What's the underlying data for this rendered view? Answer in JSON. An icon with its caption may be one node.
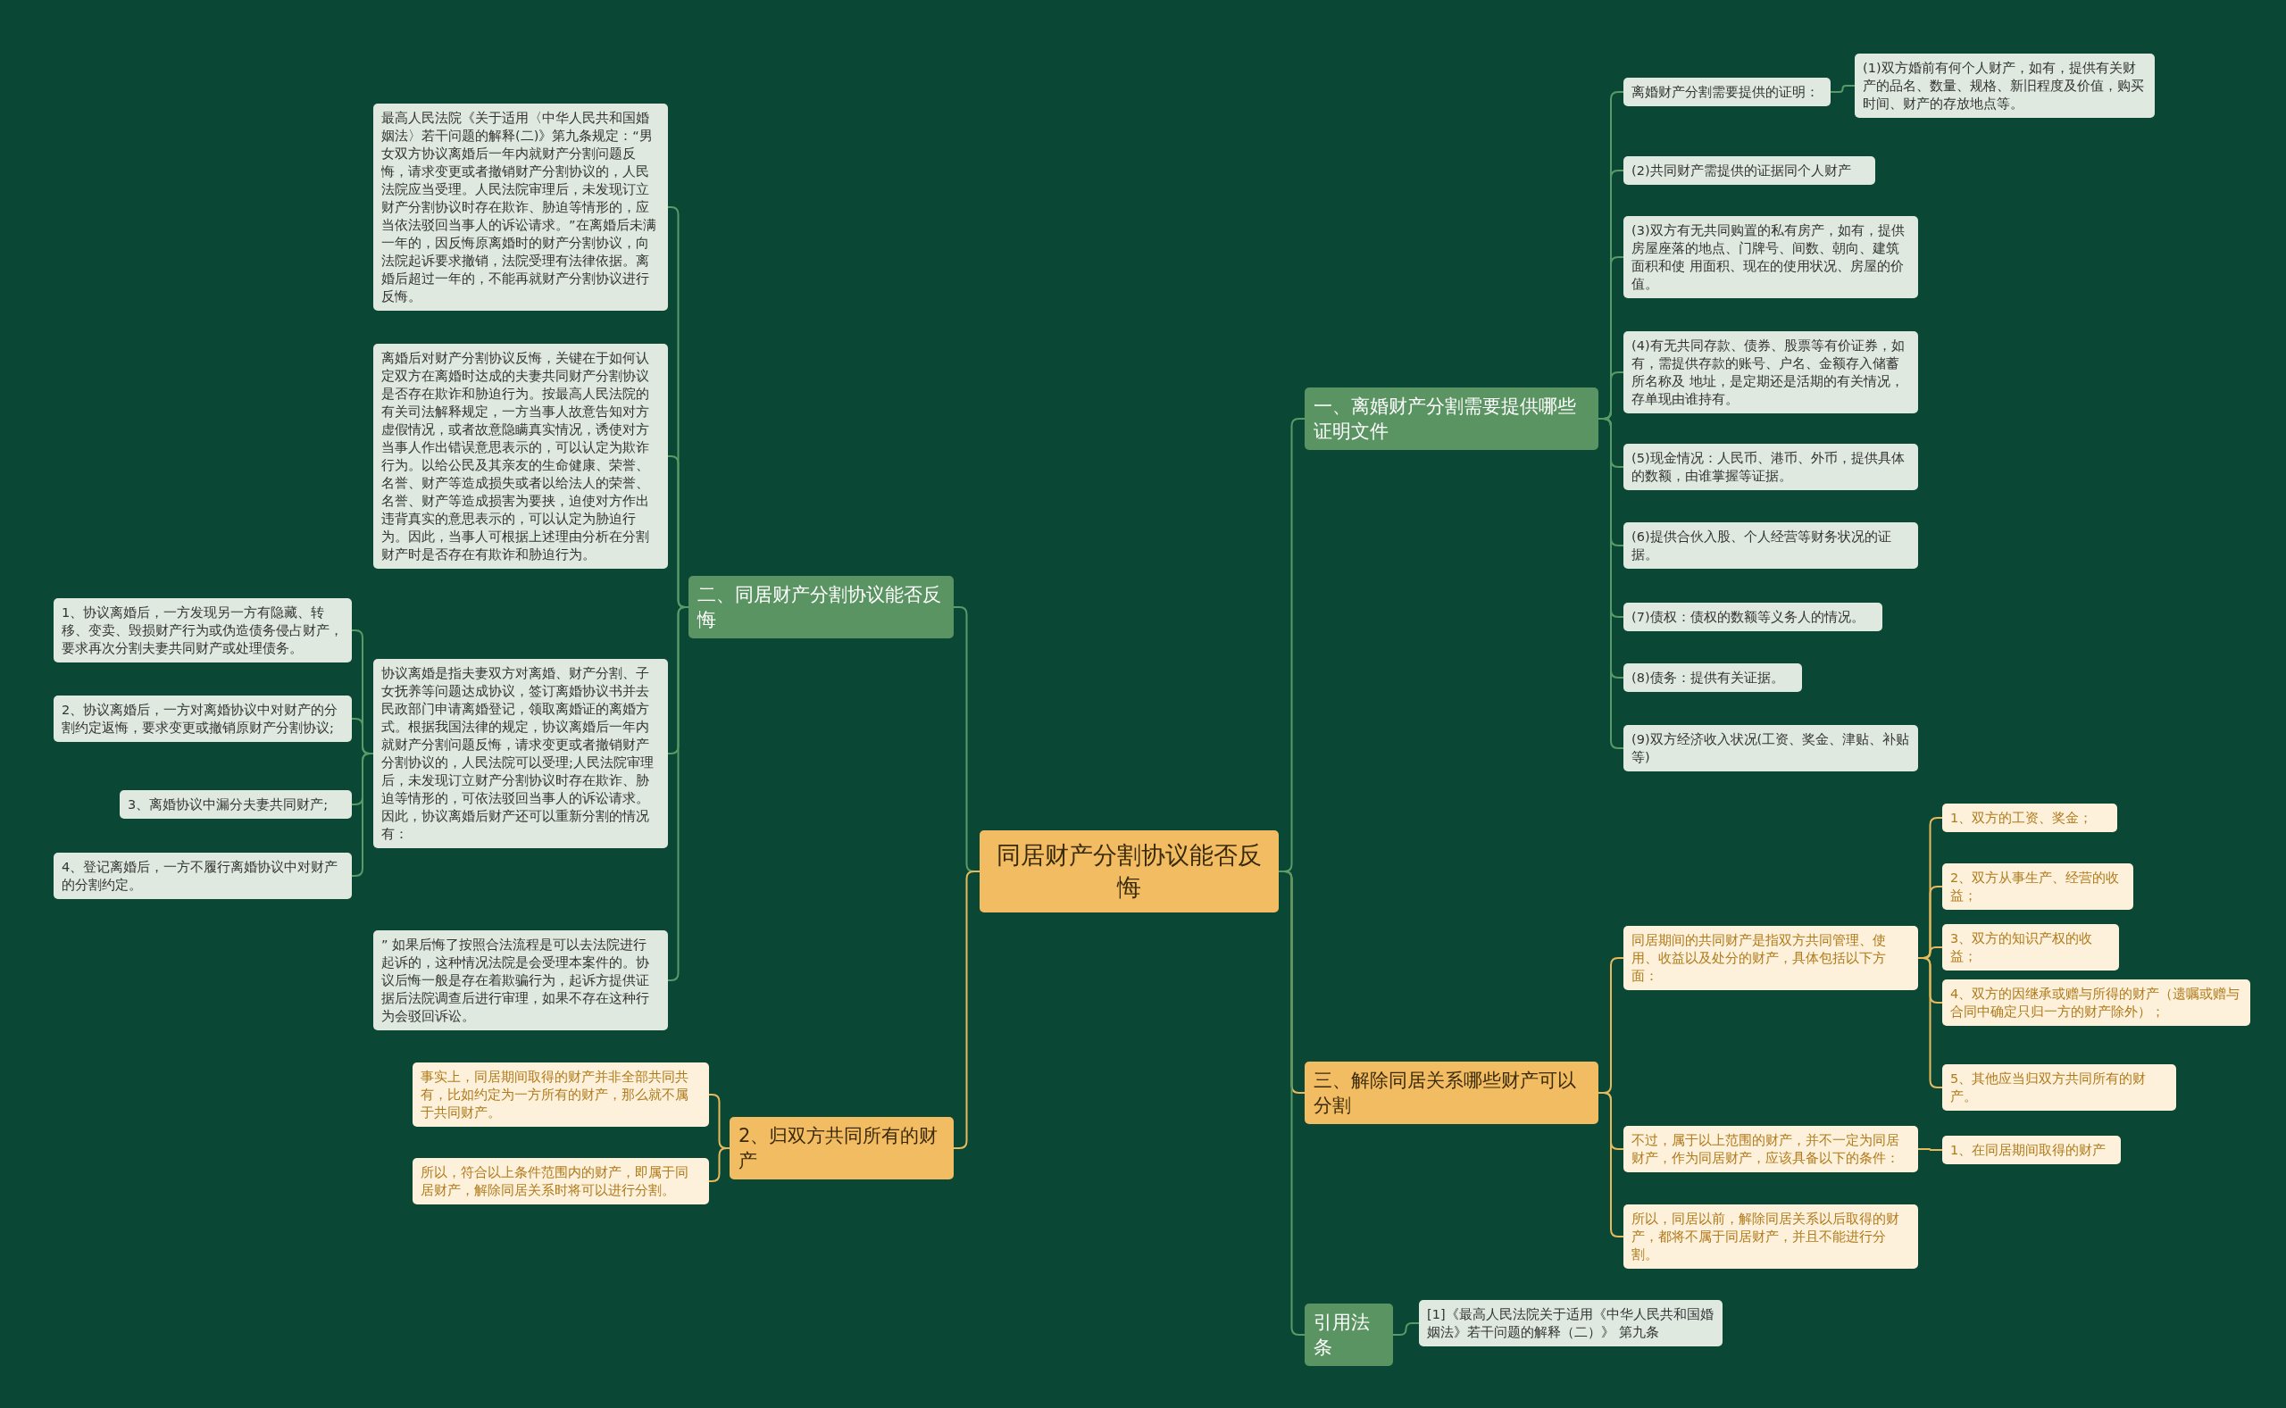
{
  "diagram": {
    "nodes": [
      {
        "text": [
          "同居财产分割协议能否反悔"
        ]
      },
      {
        "text": [
          "二、同居财产分割协议能否反悔"
        ]
      },
      {
        "text": [
          "最高人民法院《关于适用〈中华人民共和国婚姻法〉若干问题的解释(二)》第九条规定：“男女双方协议离婚后一年内就财产分割问题反悔，请求变更或者撤销财产分割协议的，人民法院应当受理。人民法院审理后，未发现订立财产分割协议时存在欺诈、胁迫等情形的，应当依法驳回当事人的诉讼请求。”在离婚后未满一年的，因反悔原离婚时的财产分割协议，向法院起诉要求撤销，法院受理有法律依据。离婚后超过一年的，不能再就财产分割协议进行反悔。"
        ]
      },
      {
        "text": [
          "离婚后对财产分割协议反悔，关键在于如何认定双方在离婚时达成的夫妻共同财产分割协议是否存在欺诈和胁迫行为。按最高人民法院的有关司法解释规定，一方当事人故意告知对方虚假情况，或者故意隐瞒真实情况，诱使对方当事人作出错误意思表示的，可以认定为欺诈行为。以给公民及其亲友的生命健康、荣誉、名誉、财产等造成损失或者以给法人的荣誉、名誉、财产等造成损害为要挟，迫使对方作出违背真实的意思表示的，可以认定为胁迫行为。因此，当事人可根据上述理由分析在分割财产时是否存在有欺诈和胁迫行为。"
        ]
      },
      {
        "text": [
          "协议离婚是指夫妻双方对离婚、财产分割、子女抚养等问题达成协议，签订离婚协议书并去民政部门申请离婚登记，领取离婚证的离婚方式。根据我国法律的规定，协议离婚后一年内就财产分割问题反悔，请求变更或者撤销财产分割协议的，人民法院可以受理;人民法院审理后，未发现订立财产分割协议时存在欺诈、胁迫等情形的，可依法驳回当事人的诉讼请求。因此，协议离婚后财产还可以重新分割的情况有："
        ]
      },
      {
        "text": [
          "1、协议离婚后，一方发现另一方有隐藏、转移、变卖、毁损财产行为或伪造债务侵占财产，要求再次分割夫妻共同财产或处理债务。"
        ]
      },
      {
        "text": [
          "2、协议离婚后，一方对离婚协议中对财产的分割约定返悔，要求变更或撤销原财产分割协议;"
        ]
      },
      {
        "text": [
          "3、离婚协议中漏分夫妻共同财产;"
        ]
      },
      {
        "text": [
          "4、登记离婚后，一方不履行离婚协议中对财产的分割约定。"
        ]
      },
      {
        "text": [
          "” 如果后悔了按照合法流程是可以去法院进行起诉的，这种情况法院是会受理本案件的。协议后悔一般是存在着欺骗行为，起诉方提供证据后法院调查后进行审理，如果不存在这种行为会驳回诉讼。"
        ]
      },
      {
        "text": [
          "2、归双方共同所有的财产"
        ]
      },
      {
        "text": [
          "事实上，同居期间取得的财产并非全部共同共有，比如约定为一方所有的财产，那么就不属于共同财产。"
        ]
      },
      {
        "text": [
          "所以，符合以上条件范围内的财产，即属于同居财产，解除同居关系时将可以进行分割。"
        ]
      },
      {
        "text": [
          "一、离婚财产分割需要提供哪些证明文件"
        ]
      },
      {
        "text": [
          "离婚财产分割需要提供的证明："
        ]
      },
      {
        "text": [
          "(1)双方婚前有何个人财产，如有，提供有关财产的品名、数量、规格、新旧程度及价值，购买时间、财产的存放地点等。"
        ]
      },
      {
        "text": [
          "(2)共同财产需提供的证据同个人财产"
        ]
      },
      {
        "text": [
          "(3)双方有无共同购置的私有房产，如有，提供房屋座落的地点、门牌号、间数、朝向、建筑面积和使 用面积、现在的使用状况、房屋的价值。"
        ]
      },
      {
        "text": [
          "(4)有无共同存款、债券、股票等有价证券，如有，需提供存款的账号、户名、金额存入储蓄所名称及 地址，是定期还是活期的有关情况，存单现由谁持有。"
        ]
      },
      {
        "text": [
          "(5)现金情况：人民币、港币、外币，提供具体的数额，由谁掌握等证据。"
        ]
      },
      {
        "text": [
          "(6)提供合伙入股、个人经营等财务状况的证据。"
        ]
      },
      {
        "text": [
          "(7)债权：债权的数额等义务人的情况。"
        ]
      },
      {
        "text": [
          "(8)债务：提供有关证据。"
        ]
      },
      {
        "text": [
          "(9)双方经济收入状况(工资、奖金、津贴、补贴等)"
        ]
      },
      {
        "text": [
          "三、解除同居关系哪些财产可以分割"
        ]
      },
      {
        "text": [
          "同居期间的共同财产是指双方共同管理、使用、收益以及处分的财产，具体包括以下方面："
        ]
      },
      {
        "text": [
          "1、双方的工资、奖金；"
        ]
      },
      {
        "text": [
          "2、双方从事生产、经营的收益；"
        ]
      },
      {
        "text": [
          "3、双方的知识产权的收益；"
        ]
      },
      {
        "text": [
          "4、双方的因继承或赠与所得的财产（遗嘱或赠与合同中确定只归一方的财产除外）；"
        ]
      },
      {
        "text": [
          "5、其他应当归双方共同所有的财产。"
        ]
      },
      {
        "text": [
          "不过，属于以上范围的财产，并不一定为同居财产，作为同居财产，应该具备以下的条件："
        ]
      },
      {
        "text": [
          "1、在同居期间取得的财产"
        ]
      },
      {
        "text": [
          "所以，同居以前，解除同居关系以后取得的财产，都将不属于同居财产，并且不能进行分割。"
        ]
      },
      {
        "text": [
          "引用法条"
        ]
      },
      {
        "text": [
          "[1]《最高人民法院关于适用《中华人民共和国婚姻法》若干问题的解释（二）》 第九条"
        ]
      }
    ],
    "edges": [
      {
        "from": 0,
        "to": 1,
        "arrow": "none"
      },
      {
        "from": 1,
        "to": 2,
        "arrow": "none"
      },
      {
        "from": 1,
        "to": 3,
        "arrow": "none"
      },
      {
        "from": 1,
        "to": 4,
        "arrow": "none"
      },
      {
        "from": 4,
        "to": 5,
        "arrow": "none"
      },
      {
        "from": 4,
        "to": 6,
        "arrow": "none"
      },
      {
        "from": 4,
        "to": 7,
        "arrow": "none"
      },
      {
        "from": 4,
        "to": 8,
        "arrow": "none"
      },
      {
        "from": 1,
        "to": 9,
        "arrow": "none"
      },
      {
        "from": 0,
        "to": 10,
        "arrow": "none",
        "color": "#e8b95c"
      },
      {
        "from": 10,
        "to": 11,
        "arrow": "none",
        "color": "#e8b95c"
      },
      {
        "from": 10,
        "to": 12,
        "arrow": "none",
        "color": "#e8b95c"
      },
      {
        "from": 0,
        "to": 13,
        "arrow": "none"
      },
      {
        "from": 13,
        "to": 14,
        "arrow": "none"
      },
      {
        "from": 14,
        "to": 15,
        "arrow": "none"
      },
      {
        "from": 13,
        "to": 16,
        "arrow": "none"
      },
      {
        "from": 13,
        "to": 17,
        "arrow": "none"
      },
      {
        "from": 13,
        "to": 18,
        "arrow": "none"
      },
      {
        "from": 13,
        "to": 19,
        "arrow": "none"
      },
      {
        "from": 13,
        "to": 20,
        "arrow": "none"
      },
      {
        "from": 13,
        "to": 21,
        "arrow": "none"
      },
      {
        "from": 13,
        "to": 22,
        "arrow": "none"
      },
      {
        "from": 13,
        "to": 23,
        "arrow": "none"
      },
      {
        "from": 0,
        "to": 24,
        "arrow": "none",
        "color": "#e8b95c"
      },
      {
        "from": 24,
        "to": 25,
        "arrow": "none",
        "color": "#e8b95c"
      },
      {
        "from": 25,
        "to": 26,
        "arrow": "none",
        "color": "#e8b95c"
      },
      {
        "from": 25,
        "to": 27,
        "arrow": "none",
        "color": "#e8b95c"
      },
      {
        "from": 25,
        "to": 28,
        "arrow": "none",
        "color": "#e8b95c"
      },
      {
        "from": 25,
        "to": 29,
        "arrow": "none",
        "color": "#e8b95c"
      },
      {
        "from": 25,
        "to": 30,
        "arrow": "none",
        "color": "#e8b95c"
      },
      {
        "from": 24,
        "to": 31,
        "arrow": "none",
        "color": "#e8b95c"
      },
      {
        "from": 31,
        "to": 32,
        "arrow": "none",
        "color": "#e8b95c"
      },
      {
        "from": 24,
        "to": 33,
        "arrow": "none",
        "color": "#e8b95c"
      },
      {
        "from": 0,
        "to": 34,
        "arrow": "none"
      },
      {
        "from": 34,
        "to": 35,
        "arrow": "none"
      }
    ]
  }
}
